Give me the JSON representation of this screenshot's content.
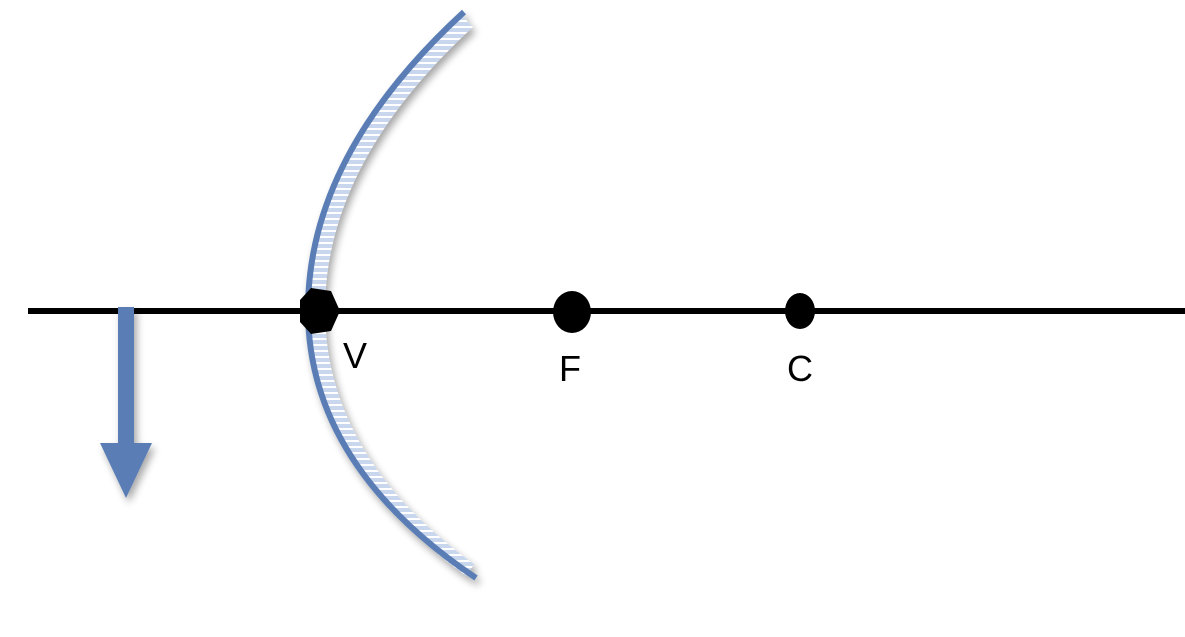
{
  "diagram": {
    "colors": {
      "axis": "#000000",
      "mirror": "#5a7db5",
      "mirror_back": "#a9bde0",
      "object_arrow": "#5a7db5",
      "points": "#000000"
    },
    "points": [
      {
        "id": "vertex",
        "label": "V"
      },
      {
        "id": "focal",
        "label": "F"
      },
      {
        "id": "center",
        "label": "C"
      }
    ],
    "object": {
      "direction": "down"
    }
  }
}
